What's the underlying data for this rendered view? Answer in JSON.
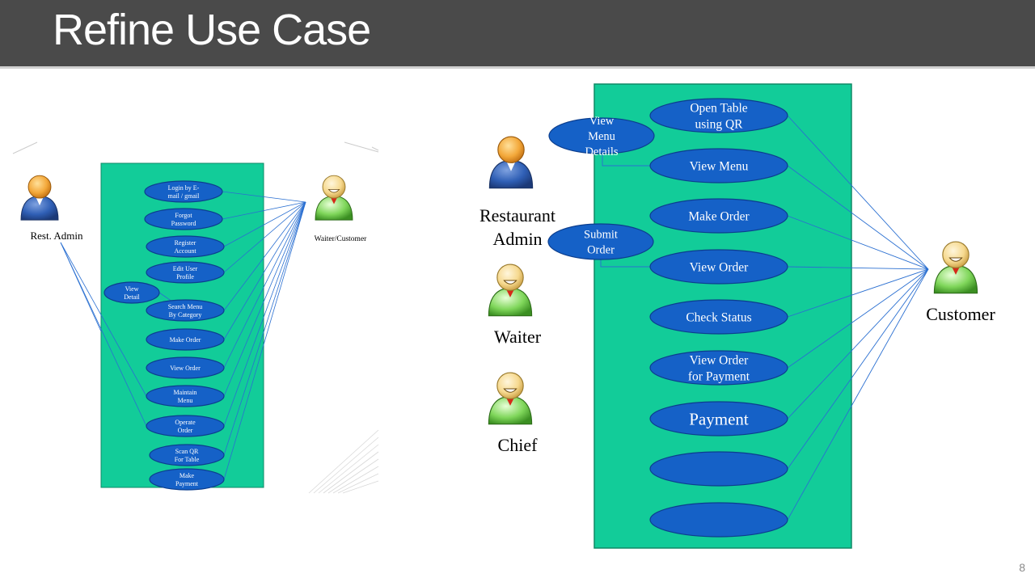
{
  "slide": {
    "title": "Refine Use Case",
    "page_number": "8"
  },
  "colors": {
    "title_bar": "#4a4a4a",
    "system_box": "#12cc99",
    "use_case_fill": "#1561c7",
    "use_case_stroke": "#0c3e8e",
    "assoc_line": "#2a6fd1"
  },
  "left_diagram": {
    "actors": {
      "admin": "Rest. Admin",
      "user": "Waiter/Customer"
    },
    "use_cases": [
      [
        "Login by E-",
        "mail / gmail"
      ],
      [
        "Forgot",
        "Password"
      ],
      [
        "Register",
        "Account"
      ],
      [
        "Edit User",
        "Profile"
      ],
      [
        "View",
        "Detail"
      ],
      [
        "Search Menu",
        "By Category"
      ],
      [
        "Make Order"
      ],
      [
        "View Order"
      ],
      [
        "Maintain",
        "Menu"
      ],
      [
        "Operate",
        "Order"
      ],
      [
        "Scan QR",
        "For Table"
      ],
      [
        "Make",
        "Payment"
      ]
    ]
  },
  "right_diagram": {
    "actors": {
      "admin": [
        "Restaurant",
        "Admin"
      ],
      "waiter": "Waiter",
      "chief": "Chief",
      "customer": "Customer"
    },
    "use_cases": [
      [
        "Open Table",
        "using QR"
      ],
      [
        "View Menu"
      ],
      [
        "Make Order"
      ],
      [
        "View Order"
      ],
      [
        "Check Status"
      ],
      [
        "View Order",
        "for Payment"
      ],
      [
        "Payment"
      ],
      [],
      [],
      [
        "View",
        "Menu",
        "Details"
      ],
      [
        "Submit",
        "Order"
      ]
    ]
  }
}
